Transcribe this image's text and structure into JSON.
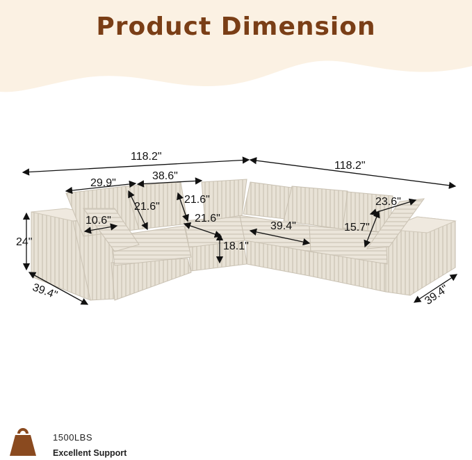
{
  "header": {
    "title": "Product Dimension"
  },
  "dimensions": {
    "left_total_width": "118.2\"",
    "right_total_width": "118.2\"",
    "cushion_width": "29.9\"",
    "seat_width": "38.6\"",
    "back_cushion_height_left": "21.6\"",
    "back_cushion_height_mid": "21.6\"",
    "seat_depth": "21.6\"",
    "arm_width": "10.6\"",
    "overall_height": "24\"",
    "seat_height": "18.1\"",
    "corner_seat_width": "39.4\"",
    "back_pillow_width": "23.6\"",
    "pillow_height": "15.7\"",
    "left_depth": "39.4\"",
    "right_depth": "39.4\""
  },
  "footer": {
    "weight_value": "1500LBS",
    "weight_caption": "Excellent Support",
    "icon": "weight-icon",
    "accent_color": "#8a4a1f"
  },
  "colors": {
    "title": "#7a3e16",
    "banner": "#fbf1e3",
    "sofa": "#e6e0d4"
  }
}
